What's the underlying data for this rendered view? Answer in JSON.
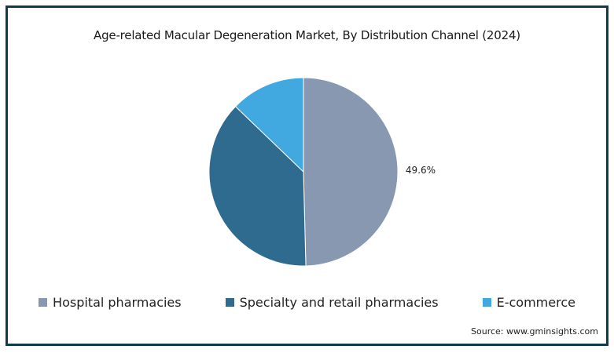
{
  "chart_data": {
    "type": "pie",
    "title": "Age-related Macular Degeneration Market, By Distribution Channel (2024)",
    "slices": [
      {
        "name": "Hospital pharmacies",
        "value": 49.6,
        "label": "49.6%",
        "color": "#8898b0"
      },
      {
        "name": "Specialty and retail pharmacies",
        "value": 37.6,
        "label": "",
        "color": "#2e6b8e"
      },
      {
        "name": "E-commerce",
        "value": 12.8,
        "label": "",
        "color": "#41a8e0"
      }
    ],
    "legend_position": "bottom"
  },
  "source": "Source: www.gminsights.com"
}
